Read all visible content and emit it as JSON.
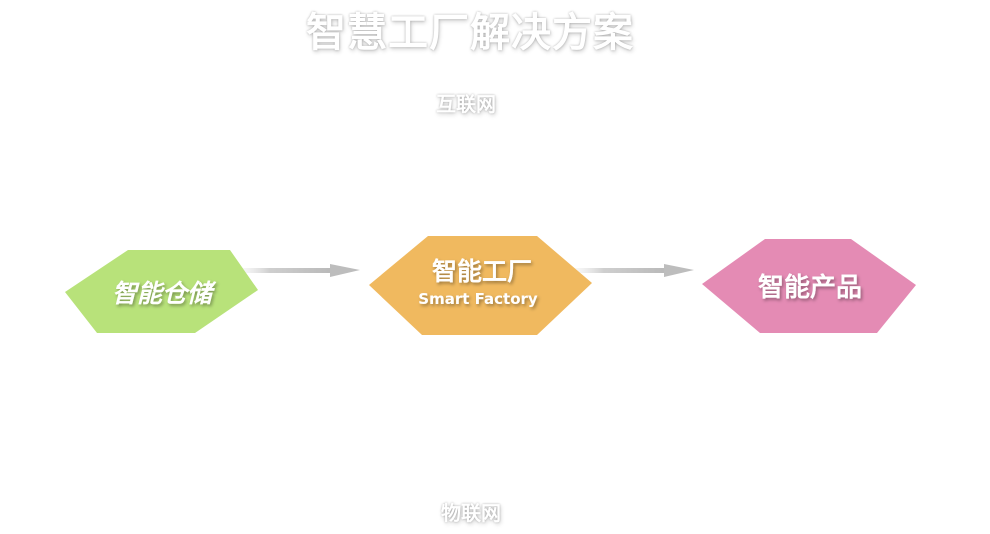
{
  "title": "智慧工厂解决方案",
  "top_label": "互联网",
  "bottom_label": "物联网",
  "nodes": {
    "warehouse": {
      "label": "智能仓储",
      "color": "#b8e27a"
    },
    "factory": {
      "label": "智能工厂",
      "sublabel": "Smart Factory",
      "color": "#f0b95f"
    },
    "product": {
      "label": "智能产品",
      "color": "#e48bb4"
    }
  },
  "arrow_color": "#c8c8c8"
}
